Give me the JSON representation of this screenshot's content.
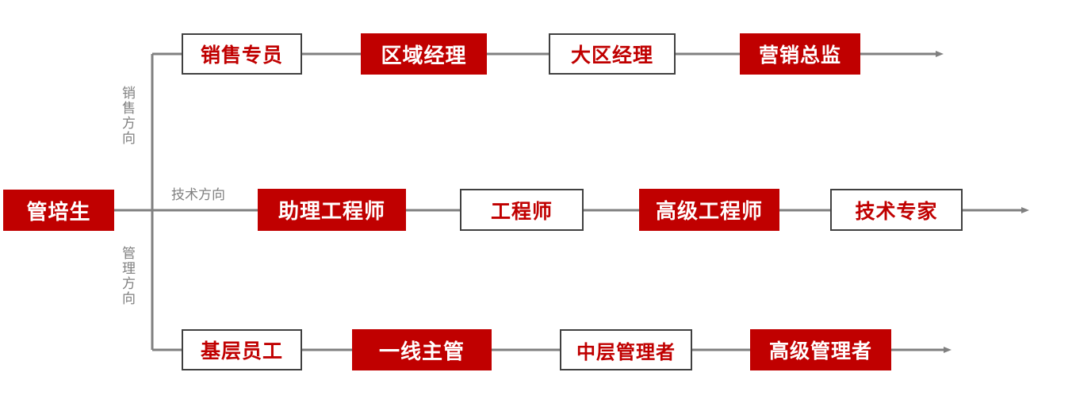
{
  "diagram": {
    "type": "career-path-flow",
    "colors": {
      "accent_fill": "#C00000",
      "accent_text": "#C00000",
      "outline_border": "#404040",
      "connector": "#808080",
      "label_gray": "#808080",
      "white": "#FFFFFF"
    },
    "root": {
      "label": "管培生",
      "style": "filled"
    },
    "branch_labels": [
      {
        "id": "sales",
        "label": "销售方向",
        "orientation": "vertical"
      },
      {
        "id": "tech",
        "label": "技术方向",
        "orientation": "horizontal"
      },
      {
        "id": "manage",
        "label": "管理方向",
        "orientation": "vertical"
      }
    ],
    "tracks": [
      {
        "id": "sales",
        "name": "销售方向",
        "nodes": [
          {
            "label": "销售专员",
            "style": "outline"
          },
          {
            "label": "区域经理",
            "style": "filled"
          },
          {
            "label": "大区经理",
            "style": "outline"
          },
          {
            "label": "营销总监",
            "style": "filled"
          }
        ]
      },
      {
        "id": "tech",
        "name": "技术方向",
        "nodes": [
          {
            "label": "助理工程师",
            "style": "filled"
          },
          {
            "label": "工程师",
            "style": "outline"
          },
          {
            "label": "高级工程师",
            "style": "filled"
          },
          {
            "label": "技术专家",
            "style": "outline"
          }
        ]
      },
      {
        "id": "manage",
        "name": "管理方向",
        "nodes": [
          {
            "label": "基层员工",
            "style": "outline"
          },
          {
            "label": "一线主管",
            "style": "filled"
          },
          {
            "label": "中层管理者",
            "style": "outline"
          },
          {
            "label": "高级管理者",
            "style": "filled"
          }
        ]
      }
    ]
  }
}
